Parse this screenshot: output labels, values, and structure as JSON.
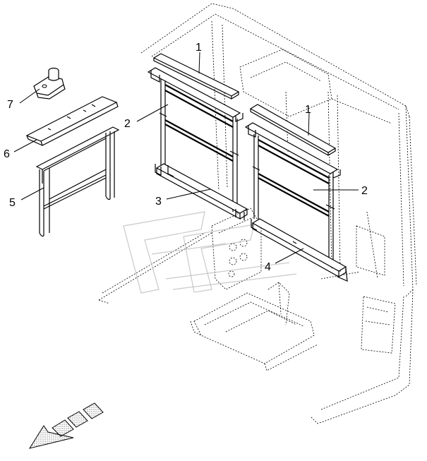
{
  "callouts": [
    {
      "id": "c1a",
      "label": "1"
    },
    {
      "id": "c1b",
      "label": "1"
    },
    {
      "id": "c2a",
      "label": "2"
    },
    {
      "id": "c2b",
      "label": "2"
    },
    {
      "id": "c3",
      "label": "3"
    },
    {
      "id": "c4",
      "label": "4"
    },
    {
      "id": "c5",
      "label": "5"
    },
    {
      "id": "c6",
      "label": "6"
    },
    {
      "id": "c7",
      "label": "7"
    }
  ],
  "colors": {
    "line": "#000000",
    "watermark": "#bbbbbb",
    "hatch": "#555555",
    "background": "#ffffff"
  }
}
